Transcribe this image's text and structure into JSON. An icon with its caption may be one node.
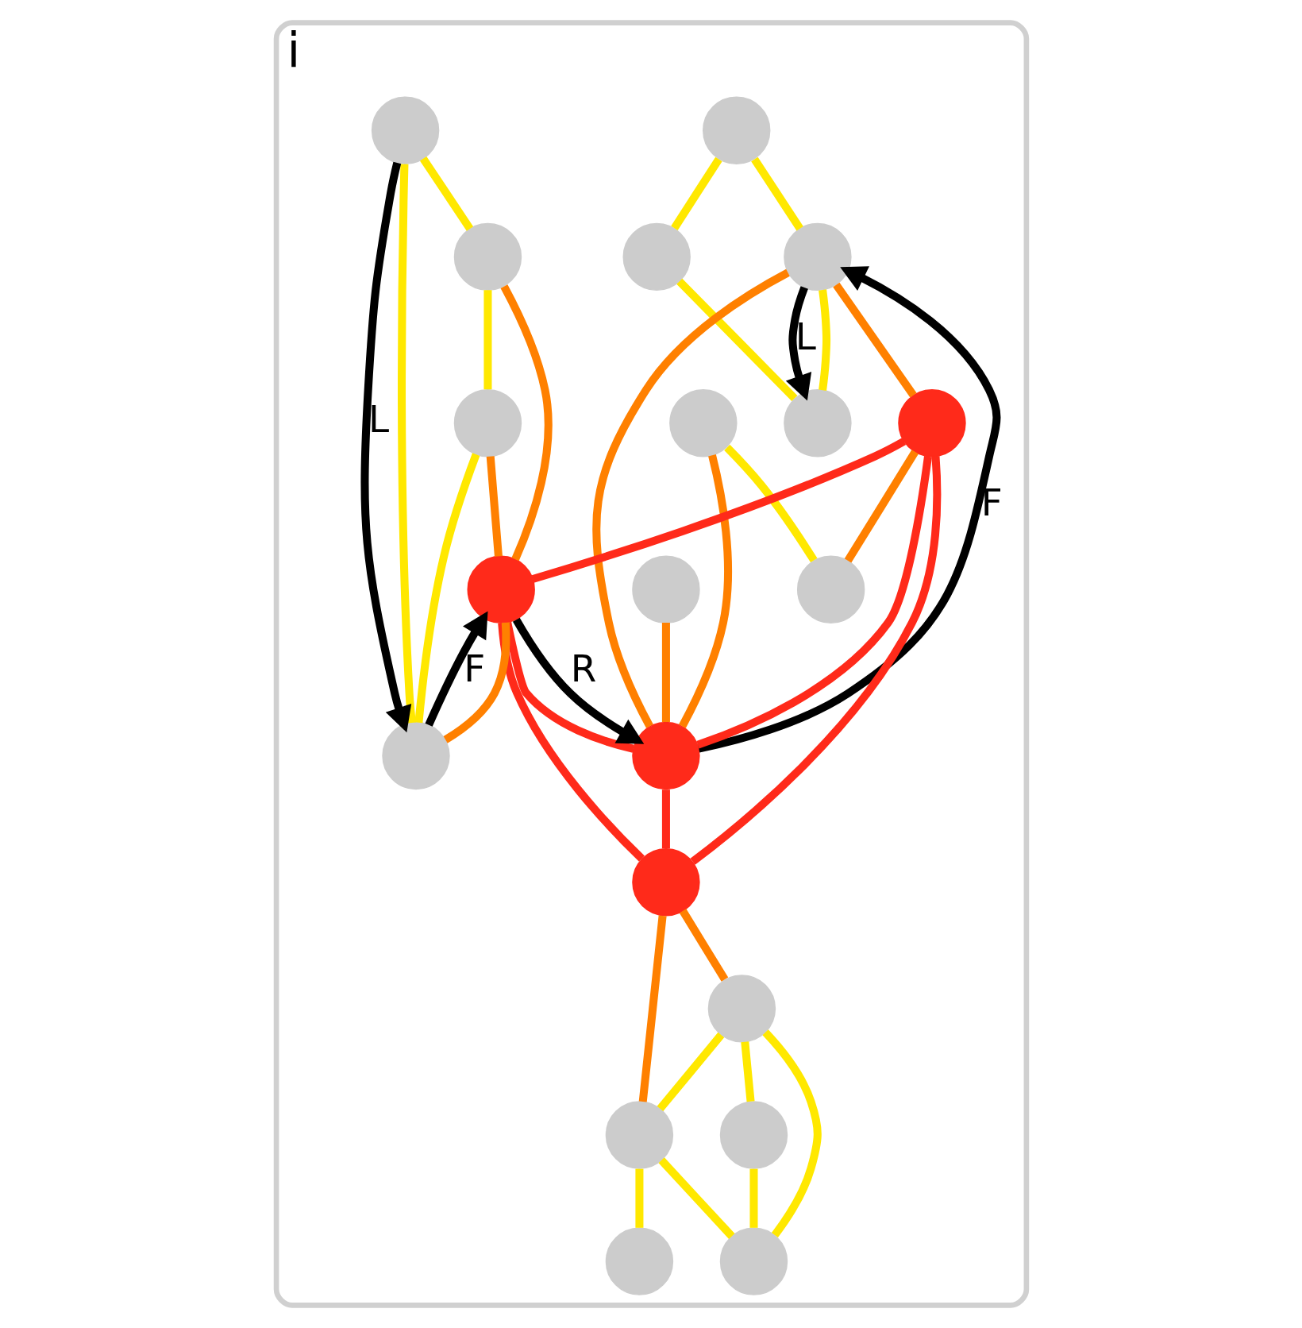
{
  "diagram": {
    "nodes": [
      {
        "text": [
          "i"
        ]
      },
      {
        "text": [],
        "shape": "circle",
        "in": 0
      },
      {
        "text": [],
        "shape": "circle",
        "in": 0
      },
      {
        "text": [],
        "shape": "circle",
        "in": 0
      },
      {
        "text": [],
        "shape": "circle",
        "in": 0
      },
      {
        "text": [],
        "shape": "circle",
        "in": 0
      },
      {
        "text": [],
        "shape": "circle",
        "in": 0
      },
      {
        "text": [],
        "shape": "circle",
        "in": 0
      },
      {
        "text": [],
        "shape": "circle",
        "in": 0
      },
      {
        "text": [],
        "shape": "circle",
        "in": 0
      },
      {
        "text": [],
        "shape": "circle",
        "in": 0
      },
      {
        "text": [],
        "shape": "circle",
        "in": 0
      },
      {
        "text": [],
        "shape": "circle",
        "in": 0
      },
      {
        "text": [],
        "shape": "circle",
        "in": 0
      },
      {
        "text": [],
        "shape": "circle",
        "in": 0
      },
      {
        "text": [],
        "shape": "circle",
        "in": 0
      },
      {
        "text": [],
        "shape": "circle",
        "in": 0
      },
      {
        "text": [],
        "shape": "circle",
        "in": 0
      },
      {
        "text": [],
        "shape": "circle",
        "in": 0
      },
      {
        "text": [],
        "shape": "circle",
        "in": 0
      },
      {
        "text": [],
        "shape": "circle",
        "in": 0
      }
    ],
    "edges": [
      {
        "from": 2,
        "to": 1,
        "arrow": "none",
        "color": "#ffe800"
      },
      {
        "from": 1,
        "to": 3,
        "arrow": "none",
        "color": "#ffe800"
      },
      {
        "from": 2,
        "to": 4,
        "arrow": "none",
        "color": "#ffe800"
      },
      {
        "from": 4,
        "to": 3,
        "arrow": "none",
        "color": "#ffe800"
      },
      {
        "from": 5,
        "to": 6,
        "arrow": "none",
        "color": "#ffe800"
      },
      {
        "from": 5,
        "to": 7,
        "arrow": "none",
        "color": "#ff8000"
      },
      {
        "from": 7,
        "to": 4,
        "arrow": "none",
        "color": "#ff8000"
      },
      {
        "from": 4,
        "to": 8,
        "arrow": "none",
        "color": "#ff8000"
      },
      {
        "from": 8,
        "to": 6,
        "arrow": "none",
        "color": "#ff8000"
      },
      {
        "from": 9,
        "to": 7,
        "arrow": "none",
        "color": "#ff8000"
      },
      {
        "from": 7,
        "to": 8,
        "arrow": "none",
        "color": "#ff2a1a"
      },
      {
        "from": 7,
        "to": 13,
        "arrow": "none",
        "color": "#ff2a1a"
      },
      {
        "from": 7,
        "to": 14,
        "arrow": "none",
        "color": "#ff2a1a"
      },
      {
        "from": 8,
        "to": 13,
        "arrow": "none",
        "color": "#ff2a1a"
      },
      {
        "from": 8,
        "to": 14,
        "arrow": "none",
        "color": "#ff2a1a"
      },
      {
        "from": 11,
        "to": 10,
        "arrow": "none",
        "color": "#ffe800"
      },
      {
        "from": 10,
        "to": 12,
        "arrow": "none",
        "color": "#ffe800"
      },
      {
        "from": 10,
        "to": 13,
        "arrow": "none",
        "color": "#ff8000"
      },
      {
        "from": 12,
        "to": 13,
        "arrow": "none",
        "color": "#ff8000"
      },
      {
        "from": 13,
        "to": 14,
        "arrow": "none",
        "color": "#ff2a1a"
      },
      {
        "from": 14,
        "to": 15,
        "arrow": "none",
        "color": "#ff8000"
      },
      {
        "from": 15,
        "to": 16,
        "arrow": "none",
        "color": "#ffe800"
      },
      {
        "from": 11,
        "to": 19,
        "arrow": "none",
        "color": "#ffe800"
      },
      {
        "from": 12,
        "to": 19,
        "arrow": "none",
        "color": "#ffe800"
      },
      {
        "from": 13,
        "to": 19,
        "arrow": "none",
        "color": "#ff8000"
      },
      {
        "from": 14,
        "to": 17,
        "arrow": "none",
        "color": "#ff8000"
      },
      {
        "from": 15,
        "to": 17,
        "arrow": "none",
        "color": "#ffe800"
      },
      {
        "from": 15,
        "to": 18,
        "arrow": "none",
        "color": "#ffe800"
      },
      {
        "from": 16,
        "to": 18,
        "arrow": "none",
        "color": "#ffe800"
      },
      {
        "from": 17,
        "to": 18,
        "arrow": "none",
        "color": "#ffe800"
      },
      {
        "from": 17,
        "to": 20,
        "arrow": "none",
        "color": "#ffe800"
      },
      {
        "from": 4,
        "to": 3,
        "label": "L",
        "arrow": "to",
        "color": "#000000"
      },
      {
        "from": 7,
        "to": 4,
        "label": "F",
        "arrow": "to",
        "color": "#000000"
      },
      {
        "from": 13,
        "to": 7,
        "label": "R",
        "arrow": "to",
        "color": "#000000"
      },
      {
        "from": 11,
        "to": 19,
        "label": "L",
        "arrow": "to",
        "color": "#000000"
      },
      {
        "from": 19,
        "to": 13,
        "label": "F",
        "arrow": "to",
        "color": "#000000"
      }
    ]
  }
}
